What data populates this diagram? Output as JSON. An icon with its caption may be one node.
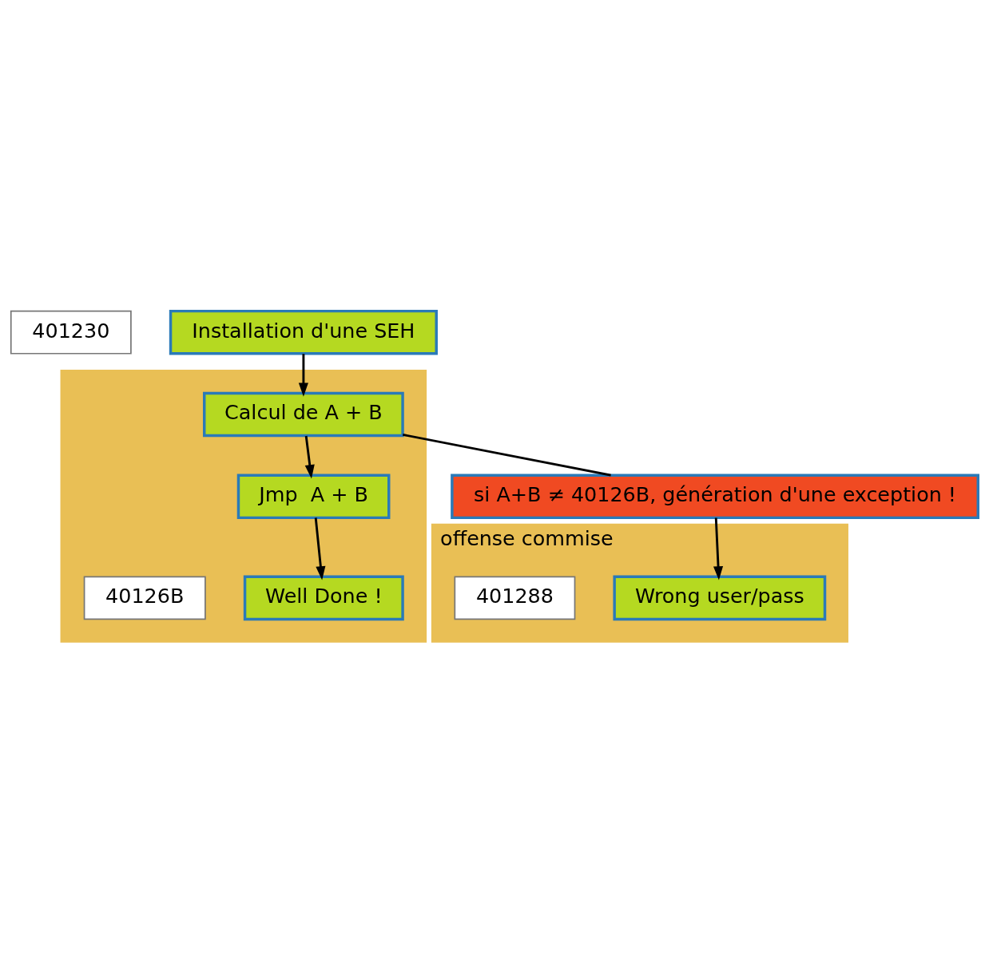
{
  "diagram": {
    "nodes": [
      {
        "text": [
          "Installation d'une SEH"
        ],
        "beside": [
          "401230"
        ]
      },
      {
        "text": [],
        "shape": "box"
      },
      {
        "text": [
          "Calcul de A + B"
        ],
        "in": 1
      },
      {
        "text": [
          "Jmp  A + B"
        ],
        "in": 1
      },
      {
        "text": [
          "Well Done !"
        ],
        "in": 1,
        "beside": [
          "40126B"
        ]
      },
      {
        "text": [
          "si A+B ≠ 40126B, génération d'une exception !"
        ]
      },
      {
        "text": [
          "offense commise"
        ]
      },
      {
        "text": [
          "Wrong user/pass"
        ],
        "in": 6,
        "beside": [
          "401288"
        ]
      }
    ],
    "edges": [
      {
        "from": 0,
        "to": 2,
        "arrow": "to"
      },
      {
        "from": 2,
        "to": 3,
        "arrow": "to"
      },
      {
        "from": 3,
        "to": 4,
        "arrow": "to"
      },
      {
        "from": 2,
        "to": 5,
        "arrow": "none"
      },
      {
        "from": 5,
        "to": 7,
        "arrow": "to"
      }
    ]
  }
}
